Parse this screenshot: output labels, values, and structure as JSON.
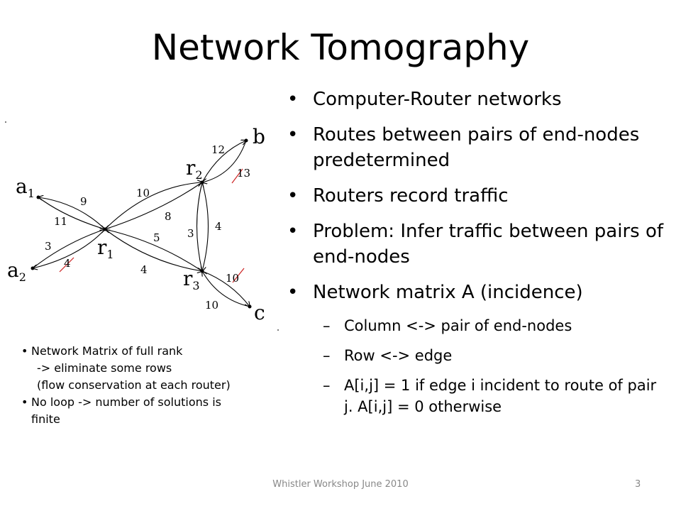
{
  "slide": {
    "title": "Network Tomography",
    "bullets": [
      {
        "level": 1,
        "text": "Computer-Router networks"
      },
      {
        "level": 1,
        "text": "Routes between pairs of  end-nodes predetermined"
      },
      {
        "level": 1,
        "text": "Routers record traffic"
      },
      {
        "level": 1,
        "text": "Problem:  Infer traffic between pairs of end-nodes"
      },
      {
        "level": 1,
        "text": "Network matrix A (incidence)"
      },
      {
        "level": 2,
        "text": "Column <-> pair of end-nodes"
      },
      {
        "level": 2,
        "text": "Row <-> edge"
      },
      {
        "level": 2,
        "text": "A[i,j] = 1 if edge i incident to route of pair j.  A[i,j] = 0 otherwise"
      }
    ],
    "notes": {
      "note1_line1": "Network Matrix of full rank",
      "note1_line2": "-> eliminate some rows",
      "note1_line3": "(flow conservation at each router)",
      "note2_line1": "No loop -> number of solutions is",
      "note2_line2": "finite"
    },
    "footer": {
      "text": "Whistler Workshop June 2010",
      "page": "3"
    }
  },
  "diagram": {
    "nodes": [
      {
        "id": "a1",
        "label": "a",
        "sub": "1"
      },
      {
        "id": "a2",
        "label": "a",
        "sub": "2"
      },
      {
        "id": "r1",
        "label": "r",
        "sub": "1"
      },
      {
        "id": "r2",
        "label": "r",
        "sub": "2"
      },
      {
        "id": "r3",
        "label": "r",
        "sub": "3"
      },
      {
        "id": "b",
        "label": "b",
        "sub": ""
      },
      {
        "id": "c",
        "label": "c",
        "sub": ""
      }
    ],
    "edge_labels": [
      "9",
      "11",
      "3",
      "4",
      "10",
      "8",
      "5",
      "4",
      "12",
      "13",
      "3",
      "4",
      "10",
      "10"
    ]
  }
}
